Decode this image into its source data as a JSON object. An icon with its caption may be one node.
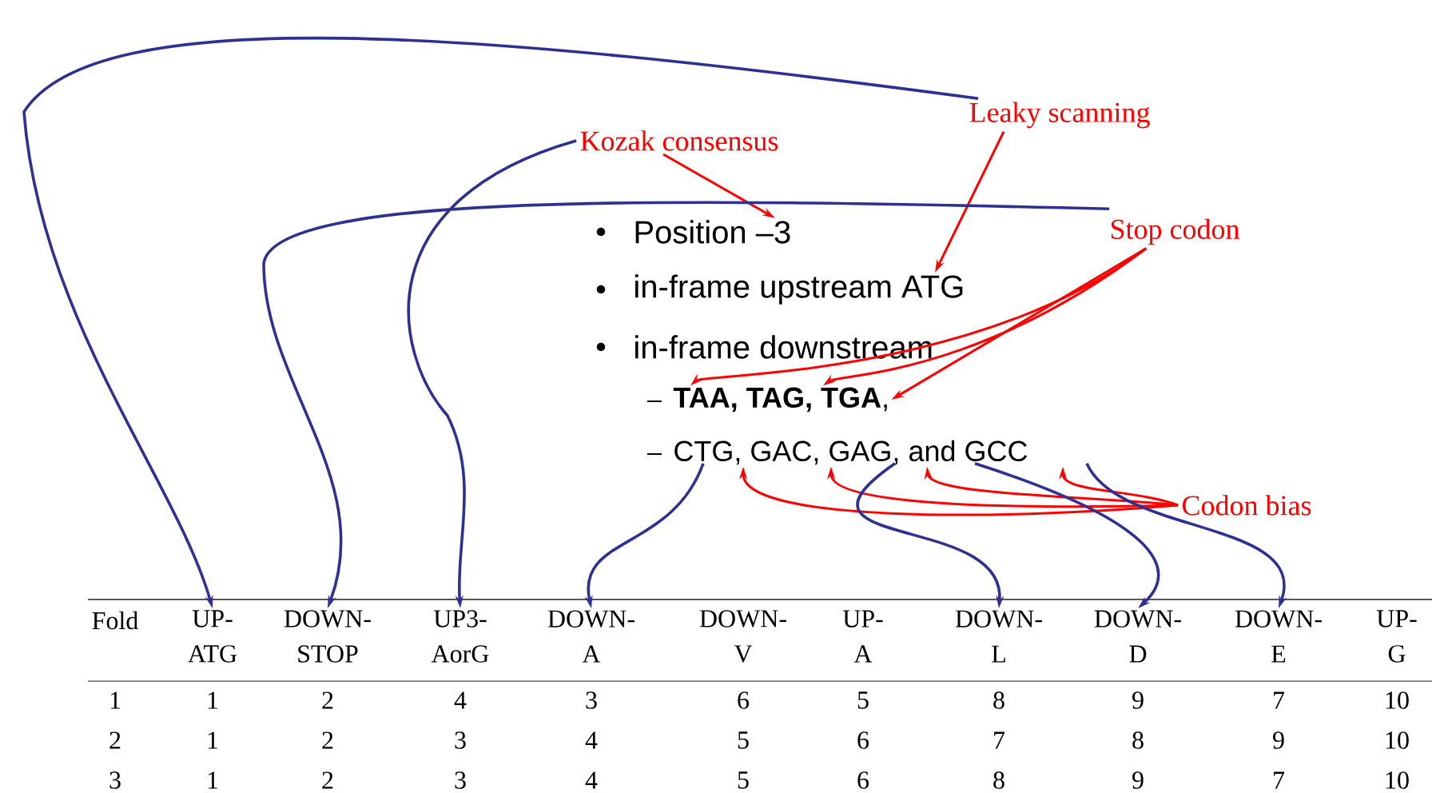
{
  "diagram": {
    "nodes": [
      {
        "text": [
          "Leaky scanning"
        ]
      },
      {
        "text": [
          "Kozak consensus"
        ]
      },
      {
        "text": [
          "Stop codon"
        ]
      },
      {
        "text": [
          "Codon bias"
        ]
      },
      {
        "text": [
          "Position –3"
        ]
      },
      {
        "text": [
          "in-frame upstream ATG"
        ]
      },
      {
        "text": [
          "in-frame downstream"
        ]
      },
      {
        "text": [
          "**TAA, TAG, TGA**,"
        ]
      },
      {
        "text": [
          "CTG, GAC, GAG, and GCC"
        ]
      },
      {
        "text": [
          "UP- ATG"
        ]
      },
      {
        "text": [
          "DOWN- STOP"
        ]
      },
      {
        "text": [
          "UP3- AorG"
        ]
      },
      {
        "text": [
          "DOWN- A"
        ]
      },
      {
        "text": [
          "DOWN- V"
        ]
      },
      {
        "text": [
          "UP- A"
        ]
      },
      {
        "text": [
          "DOWN- L"
        ]
      },
      {
        "text": [
          "DOWN- D"
        ]
      },
      {
        "text": [
          "DOWN- E"
        ]
      },
      {
        "text": [
          "UP- G"
        ]
      }
    ],
    "edges": [
      {
        "from": 1,
        "to": 4,
        "arrow": "to"
      },
      {
        "from": 0,
        "to": 5,
        "arrow": "to"
      },
      {
        "from": 2,
        "to": 7,
        "arrow": "to"
      },
      {
        "from": 2,
        "to": 7,
        "arrow": "to"
      },
      {
        "from": 2,
        "to": 7,
        "arrow": "to"
      },
      {
        "from": 3,
        "to": 8,
        "arrow": "to"
      },
      {
        "from": 3,
        "to": 8,
        "arrow": "to"
      },
      {
        "from": 3,
        "to": 8,
        "arrow": "to"
      },
      {
        "from": 3,
        "to": 8,
        "arrow": "to"
      },
      {
        "from": 0,
        "to": 9,
        "arrow": "to",
        "color": "#2e3192"
      },
      {
        "from": 1,
        "to": 11,
        "arrow": "to",
        "color": "#2e3192"
      },
      {
        "from": 2,
        "to": 10,
        "arrow": "to",
        "color": "#2e3192"
      },
      {
        "from": 8,
        "to": 12,
        "arrow": "to",
        "color": "#2e3192"
      },
      {
        "from": 8,
        "to": 15,
        "arrow": "to",
        "color": "#2e3192"
      },
      {
        "from": 8,
        "to": 16,
        "arrow": "to",
        "color": "#2e3192"
      },
      {
        "from": 8,
        "to": 17,
        "arrow": "to",
        "color": "#2e3192"
      }
    ],
    "labels": [
      "Fold",
      "1",
      "1",
      "2",
      "4",
      "3",
      "6",
      "5",
      "8",
      "9",
      "7",
      "10",
      "2",
      "1",
      "2",
      "3",
      "4",
      "5",
      "6",
      "7",
      "8",
      "9",
      "10",
      "3",
      "1",
      "2",
      "3",
      "4",
      "5",
      "6",
      "8",
      "9",
      "7",
      "10"
    ]
  }
}
